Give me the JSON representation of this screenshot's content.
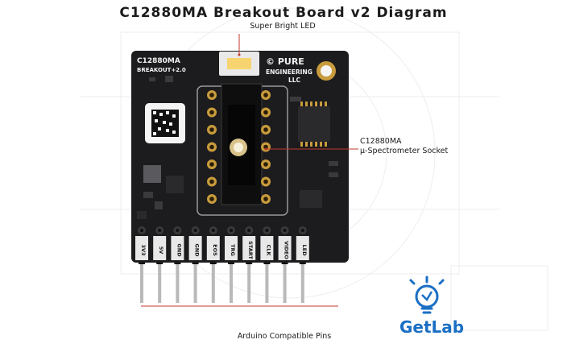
{
  "title": "C12880MA Breakout Board v2 Diagram",
  "callouts": {
    "led": "Super Bright LED",
    "socket_line1": "C12880MA",
    "socket_line2": "µ-Spectrometer Socket",
    "pins": "Arduino Compatible Pins"
  },
  "board": {
    "silk_model": "C12880MA",
    "silk_breakout": "BREAKOUT+2.0",
    "silk_company_1": "© PURE",
    "silk_company_2": "ENGINEERING",
    "silk_company_3": "LLC"
  },
  "pin_labels": [
    "3V3",
    "5V",
    "GND",
    "GND",
    "EOS",
    "TRG",
    "START",
    "CLK",
    "VIDEO",
    "LED"
  ],
  "logo": {
    "text": "GetLab",
    "icon": "lightbulb-icon"
  },
  "colors": {
    "board": "#1c1c1e",
    "gold": "#c89b3c",
    "accent_blue": "#1a6fc4",
    "callout_red": "#c0392b",
    "led_yellow": "#f7d470"
  }
}
